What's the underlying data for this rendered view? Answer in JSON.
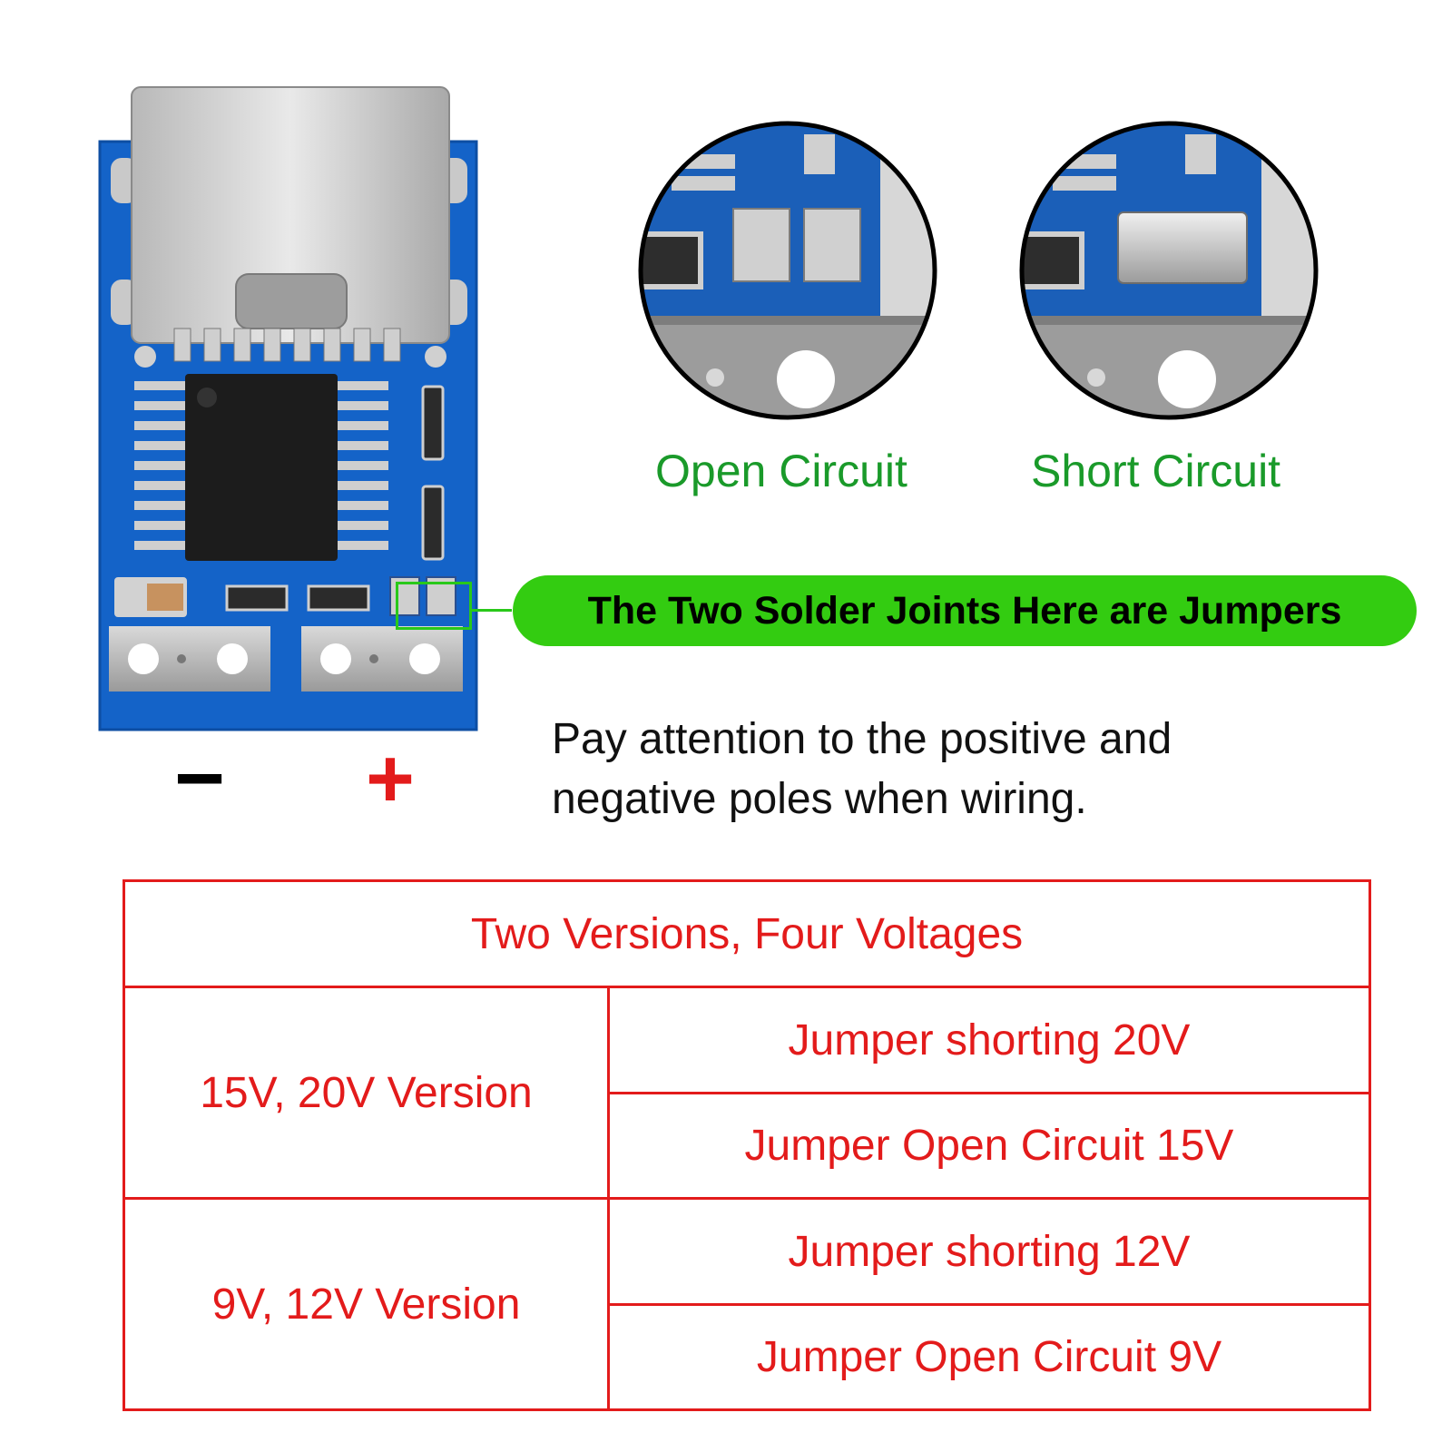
{
  "board": {
    "minus_label": "−",
    "plus_label": "+"
  },
  "zoom": {
    "open_caption": "Open Circuit",
    "short_caption": "Short Circuit"
  },
  "callout": {
    "text": "The Two Solder Joints Here are Jumpers"
  },
  "note": {
    "line1": "Pay attention to the positive and",
    "line2": "negative poles when wiring."
  },
  "table": {
    "title": "Two Versions, Four Voltages",
    "rows": [
      {
        "version": "15V, 20V Version",
        "options": [
          "Jumper shorting 20V",
          "Jumper Open Circuit 15V"
        ]
      },
      {
        "version": "9V, 12V Version",
        "options": [
          "Jumper shorting 12V",
          "Jumper Open Circuit 9V"
        ]
      }
    ]
  },
  "colors": {
    "pcb_blue": "#1463c8",
    "caption_green": "#1a9a2a",
    "callout_green": "#33cc11",
    "table_red": "#e31b1b"
  }
}
